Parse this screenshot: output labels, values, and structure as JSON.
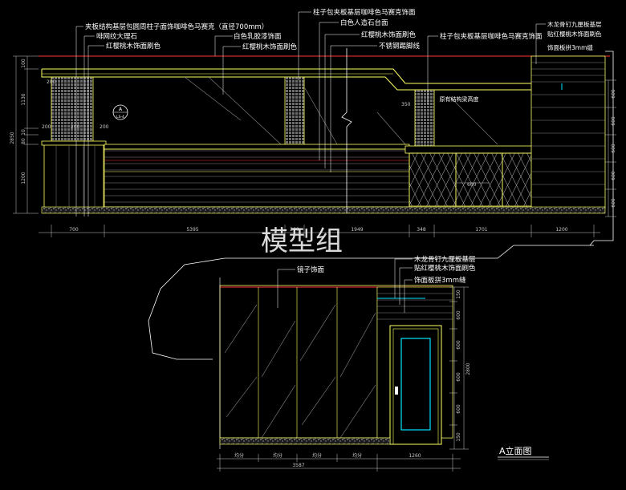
{
  "watermark": "模型组",
  "colors": {
    "bg": "#000000",
    "annotation": "#ffffff",
    "structure": "#ffff66",
    "finish": "#ff3333",
    "dimension": "#c8c8c8",
    "glass": "#00e5ff",
    "hatch": "#9a9a9a"
  },
  "upper_elevation": {
    "annotations": [
      "夹板结构基层包圆周柱子面饰咖啡色马赛克（直径700mm）",
      "啡网纹大理石",
      "红樱桃木饰面刷色",
      "白色乳胶漆饰面",
      "红樱桃木饰面刷色",
      "柱子包夹板基层咖啡色马赛克饰面",
      "白色人造石台面",
      "红樱桃木饰面刷色",
      "不锈钢踢脚线",
      "柱子包夹板基层咖啡色马赛克饰面",
      "木龙骨钉九厘板基层",
      "贴红樱桃木饰面刷色",
      "饰面板拼3mm缝"
    ],
    "inner_note": "原有结构梁高度",
    "section_marker": {
      "letter": "A",
      "sheet": "LS-4"
    },
    "dim_labels": {
      "horizontal": [
        "700",
        "5395",
        "200",
        "1949",
        "348",
        "1701",
        "1200"
      ],
      "left_vertical": [
        "2850",
        "100",
        "1130",
        "10",
        "80",
        "1200"
      ],
      "right_vertical": [
        "600",
        "600",
        "600",
        "600",
        "600"
      ],
      "inner": [
        "200",
        "200",
        "200",
        "200",
        "350",
        "600"
      ]
    }
  },
  "lower_elevation": {
    "title": "A立面图",
    "annotations": [
      "镜子饰面",
      "木龙骨钉九厘板基层",
      "贴红樱桃木饰面刷色",
      "饰面板拼3mm缝"
    ],
    "dim_labels": {
      "horizontal": [
        "均分",
        "均分",
        "均分",
        "均分",
        "1260"
      ],
      "total": "3587",
      "vertical": [
        "150",
        "600",
        "600",
        "600",
        "600",
        "150"
      ],
      "height": "2800"
    }
  }
}
